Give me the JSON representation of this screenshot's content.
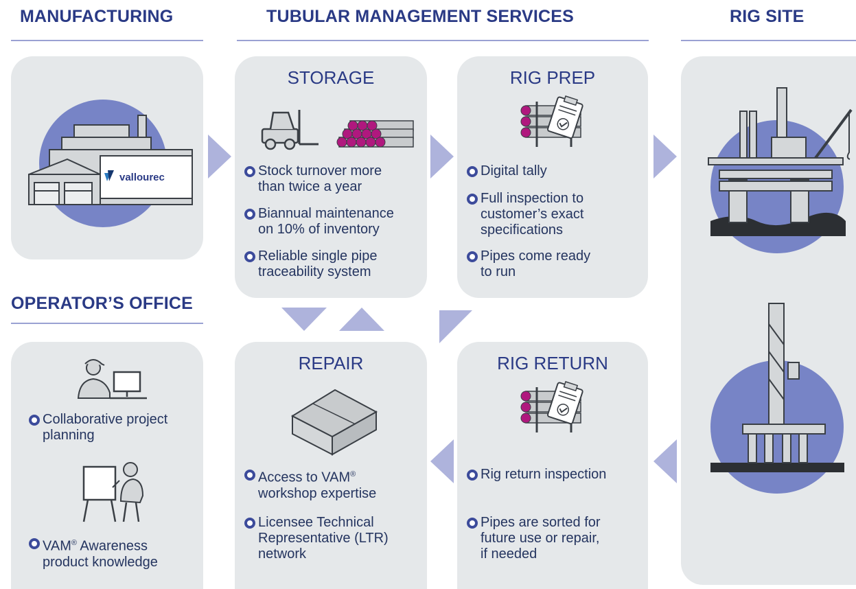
{
  "headers": {
    "manufacturing": "MANUFACTURING",
    "tms": "TUBULAR MANAGEMENT SERVICES",
    "rig_site": "RIG SITE",
    "operators_office": "OPERATOR’S OFFICE"
  },
  "logo": {
    "text": "vallourec"
  },
  "storage": {
    "title": "STORAGE",
    "bullets": [
      [
        "Stock turnover more",
        "than twice a year"
      ],
      [
        "Biannual maintenance",
        "on 10% of inventory"
      ],
      [
        "Reliable single pipe",
        "traceability system"
      ]
    ]
  },
  "rig_prep": {
    "title": "RIG PREP",
    "bullets": [
      [
        "Digital tally"
      ],
      [
        "Full inspection to",
        "customer’s exact",
        "specifications"
      ],
      [
        "Pipes come ready",
        "to run"
      ]
    ]
  },
  "repair": {
    "title": "REPAIR",
    "bullets": [
      [
        "Access to VAM",
        "workshop expertise"
      ],
      [
        "Licensee Technical",
        "Representative (LTR)",
        "network"
      ]
    ],
    "reg": "®"
  },
  "rig_return": {
    "title": "RIG RETURN",
    "bullets": [
      [
        "Rig return inspection"
      ],
      [
        "Pipes are sorted for",
        "future use or repair,",
        "if needed"
      ]
    ]
  },
  "office": {
    "bullets": [
      [
        "Collaborative project",
        "planning"
      ],
      [
        "VAM",
        " Awareness",
        "product knowledge"
      ]
    ],
    "reg": "®"
  },
  "colors": {
    "navy": "#2a3a85",
    "text": "#24345f",
    "card": "#e5e8ea",
    "arrow": "#aeb3dc",
    "circle": "#7784c6",
    "pipe_magenta": "#b0187e",
    "rule": "#9aa1d3"
  },
  "icons": [
    "factory-icon",
    "forklift-icon",
    "pipe-stack-icon",
    "pipes-clipboard-icon",
    "warehouse-icon",
    "offshore-platform-icon",
    "drilling-rig-icon",
    "worker-computer-icon",
    "presenter-board-icon"
  ]
}
